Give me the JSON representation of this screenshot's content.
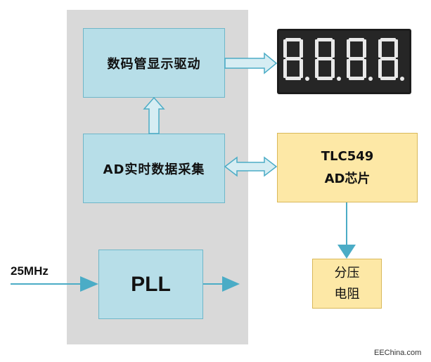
{
  "blocks": {
    "display_driver": "数码管显示驱动",
    "ad_acquisition": "AD实时数据采集",
    "pll": "PLL",
    "tlc549": {
      "line1": "TLC549",
      "line2": "AD芯片"
    },
    "divider": {
      "line1": "分压",
      "line2": "电阻"
    }
  },
  "clock_label": "25MHz",
  "watermark": "EEChina.com",
  "colors": {
    "panel": "#d9d9d9",
    "teal_block": "#b7dee8",
    "yellow_block": "#fde8a6",
    "arrow_teal": "#4bacc6",
    "display_bg": "#1c1c1c",
    "segment": "#e8e8e8"
  },
  "display_digits": [
    "8.",
    "8.",
    "8.",
    "8."
  ]
}
